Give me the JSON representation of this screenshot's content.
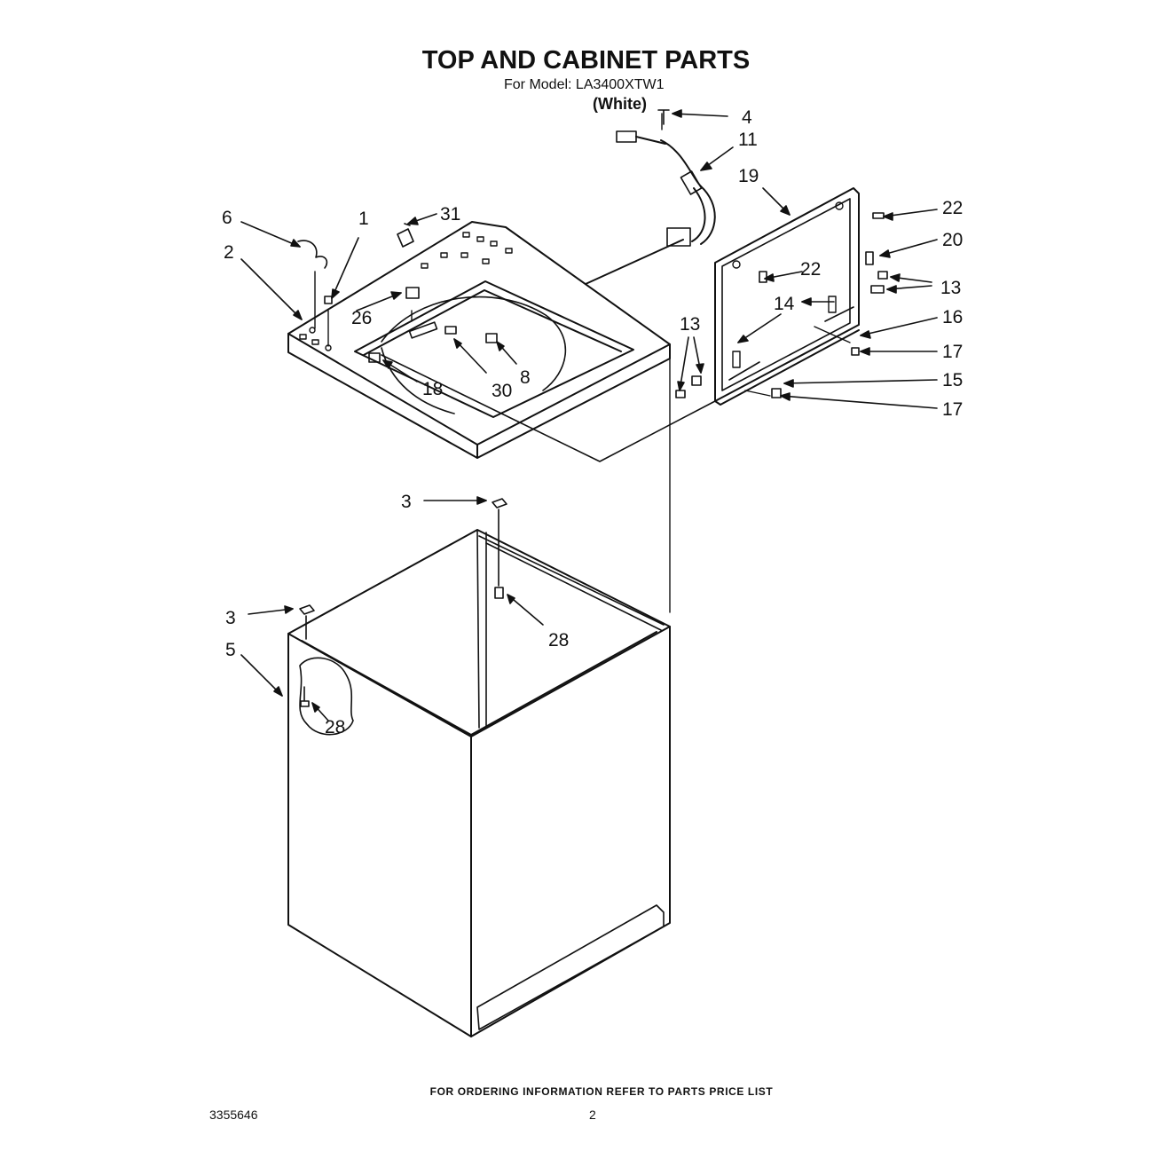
{
  "header": {
    "title": "TOP AND CABINET PARTS",
    "model_line": "For Model: LA3400XTW1",
    "color": "(White)"
  },
  "callouts": [
    "4",
    "11",
    "19",
    "22",
    "20",
    "13",
    "16",
    "17",
    "15",
    "17",
    "31",
    "6",
    "1",
    "2",
    "26",
    "8",
    "30",
    "18",
    "22",
    "14",
    "13",
    "3",
    "3",
    "28",
    "5",
    "28"
  ],
  "footer": {
    "ordering_note": "FOR ORDERING INFORMATION REFER TO PARTS PRICE LIST",
    "document_number": "3355646",
    "page_number": "2"
  }
}
